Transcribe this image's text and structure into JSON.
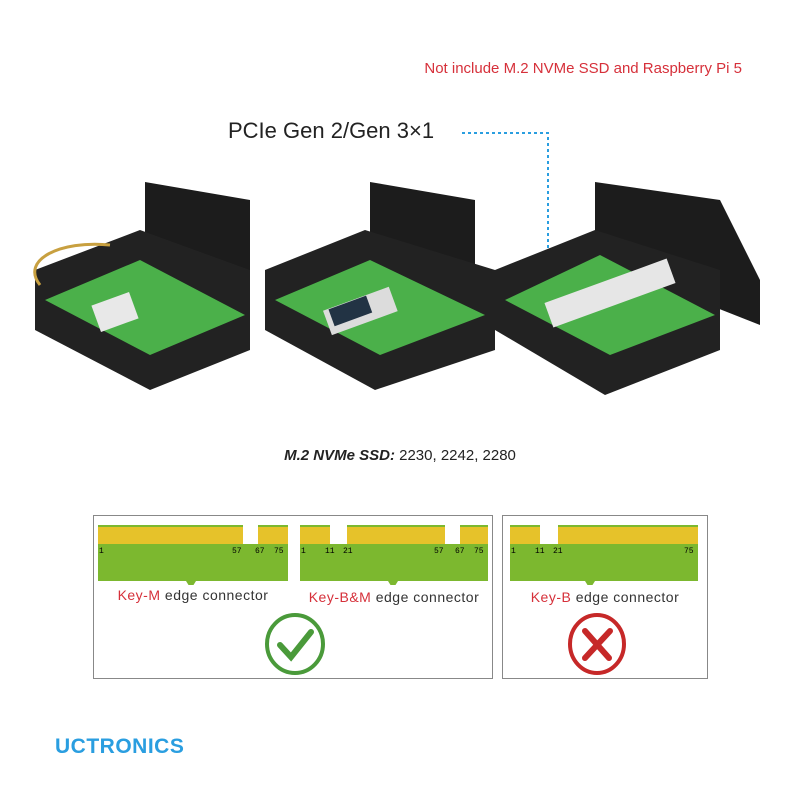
{
  "note": "Not include M.2 NVMe SSD and Raspberry Pi 5",
  "interface": "PCIe Gen 2/Gen 3×1",
  "ssd_caption": {
    "label": "M.2 NVMe SSD:",
    "sizes": "2230, 2242, 2280"
  },
  "connectors": [
    {
      "key": "Key-M",
      "text": "edge connector",
      "pins": [
        "1",
        "57",
        "67",
        "75"
      ],
      "compatible": true
    },
    {
      "key": "Key-B&M",
      "text": "edge connector",
      "pins": [
        "1",
        "11",
        "21",
        "57",
        "67",
        "75"
      ],
      "compatible": true
    },
    {
      "key": "Key-B",
      "text": "edge connector",
      "pins": [
        "1",
        "11",
        "21",
        "75"
      ],
      "compatible": false
    }
  ],
  "status_icons": {
    "supported": "check-circle-icon",
    "unsupported": "x-circle-icon"
  },
  "colors": {
    "accent_red": "#d6303a",
    "check_green": "#4a9a3a",
    "cross_red": "#c62828",
    "pcb_green": "#7cb82f",
    "gold": "#e6c22a",
    "brand_blue": "#2a9ee0"
  },
  "brand": "UCTRONICS"
}
